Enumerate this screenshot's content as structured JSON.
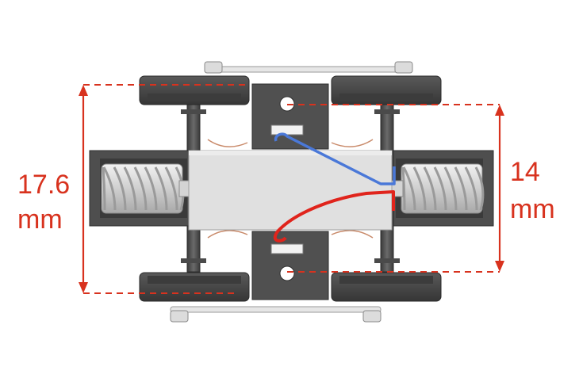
{
  "dimensions": [
    {
      "value": "17.6",
      "unit": "mm"
    },
    {
      "value": "14",
      "unit": "mm"
    }
  ],
  "colors": {
    "dimension": "#d8321e",
    "wire_positive": "#e0241c",
    "wire_negative": "#4a78d8",
    "frame": "#4e4e4e",
    "wheel": "#444444",
    "motor_body": "#e0e0e0",
    "worm": "#dcdcdc",
    "coupling_rod": "#d6d6d6"
  }
}
